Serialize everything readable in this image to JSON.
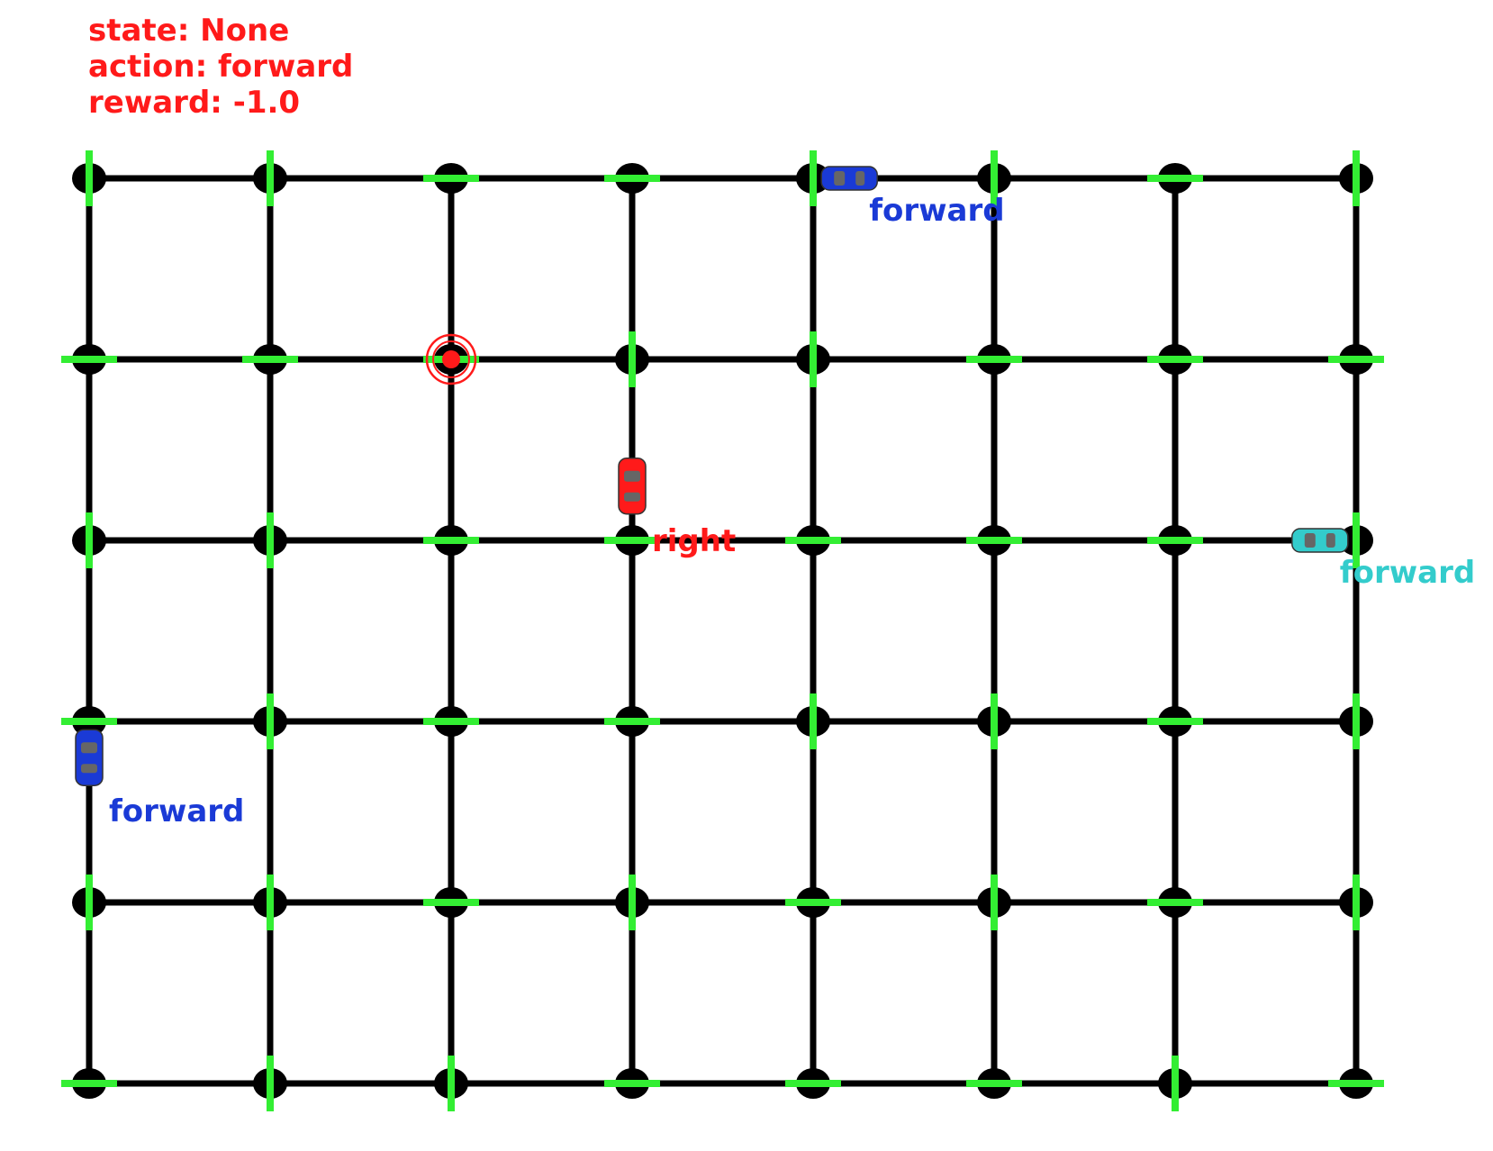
{
  "hud": {
    "state_text": "state: None",
    "action_text": "action: forward",
    "reward_text": "reward: -1.0"
  },
  "grid": {
    "columns": 8,
    "rows": 6
  },
  "colors": {
    "road": "#000000",
    "signal": "#33ee33",
    "agent": "#ff1a1a",
    "blue_car": "#1a3ad6",
    "cyan_car": "#33cccc",
    "target": "#ff1a1a"
  },
  "signals": [
    [
      "ns",
      "ns",
      "ew",
      "ew",
      "ns",
      "ns",
      "ew",
      "ns"
    ],
    [
      "ew",
      "ew",
      "ew",
      "ns",
      "ns",
      "ew",
      "ew",
      "ew"
    ],
    [
      "ns",
      "ns",
      "ew",
      "ew",
      "ew",
      "ew",
      "ew",
      "ns"
    ],
    [
      "ew",
      "ns",
      "ew",
      "ew",
      "ns",
      "ns",
      "ew",
      "ns"
    ],
    [
      "ns",
      "ns",
      "ew",
      "ns",
      "ew",
      "ns",
      "ew",
      "ns"
    ],
    [
      "ew",
      "ns",
      "ns",
      "ew",
      "ew",
      "ew",
      "ns",
      "ew"
    ]
  ],
  "target": {
    "col": 2,
    "row": 1
  },
  "cars": [
    {
      "id": "agent",
      "color_key": "agent",
      "label": "right",
      "heading": "south",
      "col": 3,
      "row": 1.7
    },
    {
      "id": "blue-top",
      "color_key": "blue_car",
      "label": "forward",
      "heading": "east",
      "col": 4.2,
      "row": 0
    },
    {
      "id": "blue-left",
      "color_key": "blue_car",
      "label": "forward",
      "heading": "south",
      "col": 0,
      "row": 3.2
    },
    {
      "id": "cyan-right",
      "color_key": "cyan_car",
      "label": "forward",
      "heading": "east",
      "col": 6.8,
      "row": 2
    }
  ]
}
